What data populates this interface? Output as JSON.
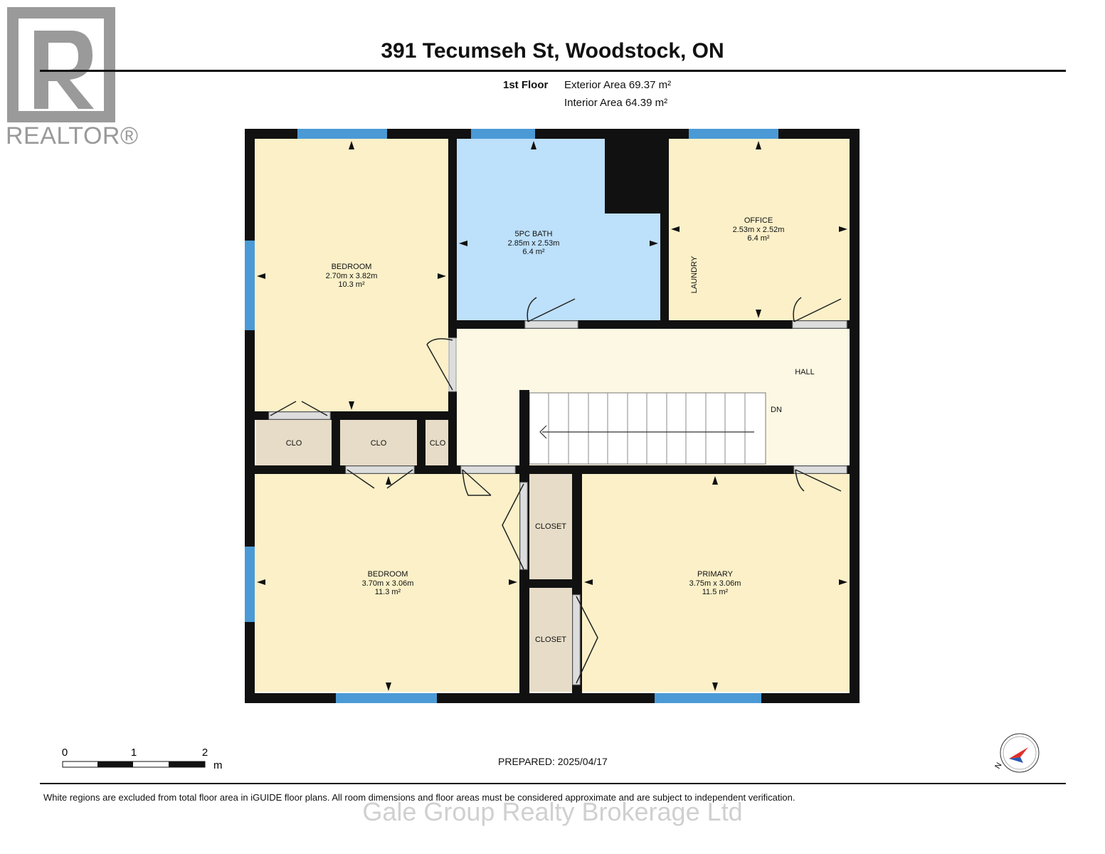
{
  "header": {
    "title": "391 Tecumseh St, Woodstock, ON",
    "floor_label": "1st Floor",
    "exterior_area": "Exterior Area 69.37 m²",
    "interior_area": "Interior Area 64.39 m²"
  },
  "logo": {
    "mark": "R",
    "wordmark": "REALTOR®"
  },
  "rooms": {
    "bedroom_nw": {
      "name": "BEDROOM",
      "dims": "2.70m x 3.82m",
      "area": "10.3 m²"
    },
    "bath": {
      "name": "5PC BATH",
      "dims": "2.85m x 2.53m",
      "area": "6.4 m²"
    },
    "office": {
      "name": "OFFICE",
      "dims": "2.53m x 2.52m",
      "area": "6.4 m²"
    },
    "laundry": {
      "name": "LAUNDRY"
    },
    "hall": {
      "name": "HALL"
    },
    "stairs": {
      "name": "DN"
    },
    "clo1": {
      "name": "CLO"
    },
    "clo2": {
      "name": "CLO"
    },
    "clo3": {
      "name": "CLO"
    },
    "closet1": {
      "name": "CLOSET"
    },
    "closet2": {
      "name": "CLOSET"
    },
    "bedroom_sw": {
      "name": "BEDROOM",
      "dims": "3.70m x 3.06m",
      "area": "11.3 m²"
    },
    "primary": {
      "name": "PRIMARY",
      "dims": "3.75m x 3.06m",
      "area": "11.5 m²"
    }
  },
  "scale": {
    "ticks": [
      "0",
      "1",
      "2"
    ],
    "unit": "m"
  },
  "prepared": "PREPARED: 2025/04/17",
  "disclaimer": "White regions are excluded from total floor area in iGUIDE floor plans. All room dimensions and floor areas must be considered approximate and are subject to independent verification.",
  "watermark": "Gale Group Realty Brokerage Ltd",
  "compass": {
    "label": "N"
  },
  "colors": {
    "room_fill": "#fbf0c8",
    "bath_fill": "#bde0fb",
    "hall_fill": "#fdf8e3",
    "closet_fill": "#e6dcc7",
    "wall": "#111111",
    "window": "#4b9ad6",
    "compass_arrow": "#e0302a"
  }
}
